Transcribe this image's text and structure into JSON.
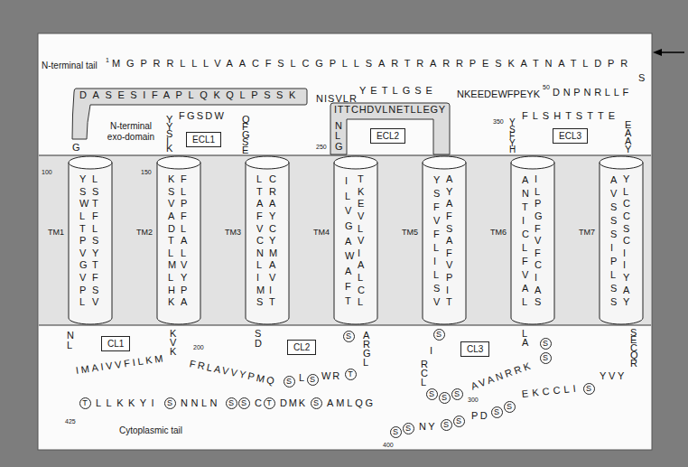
{
  "diagram": {
    "nodes": [
      {
        "text": [
          "DASESIFAPLQKQLPSSK"
        ]
      },
      {
        "text": [
          "ECL1"
        ]
      },
      {
        "text": [
          "ITTCHDVLNETLLEGY"
        ]
      },
      {
        "text": [
          "ECL2"
        ]
      },
      {
        "text": [
          "ECL3"
        ]
      },
      {
        "text": [
          "TM1",
          "YSWLTPVGVPL",
          "LSTFLSYTFSV"
        ]
      },
      {
        "text": [
          "TM2",
          "KSVADTLMLHK",
          "FLPFLALVYPA"
        ]
      },
      {
        "text": [
          "TM3",
          "LTAFVCNLIMS",
          "CRAYCYMAVIT"
        ]
      },
      {
        "text": [
          "TM4",
          "ILVGAWAFT",
          "TKEVLVIALCL"
        ]
      },
      {
        "text": [
          "TM5",
          "YSFVFLILSV",
          "AYAFSAFVPIT"
        ]
      },
      {
        "text": [
          "TM6",
          "ANTICLFVAL",
          "ILPGFVFCIAS"
        ]
      },
      {
        "text": [
          "TM7",
          "AVSSSIPLSS",
          "YLCCSCIIYAY"
        ]
      },
      {
        "text": [
          "CL1"
        ]
      },
      {
        "text": [
          "CL2"
        ]
      },
      {
        "text": [
          "CL3"
        ]
      },
      {
        "text": [
          "S"
        ]
      },
      {
        "text": [
          "S"
        ]
      },
      {
        "text": [
          "T"
        ]
      },
      {
        "text": [
          "S"
        ]
      },
      {
        "text": [
          "S"
        ]
      },
      {
        "text": [
          "S"
        ]
      },
      {
        "text": [
          "S"
        ]
      },
      {
        "text": [
          "S"
        ]
      },
      {
        "text": [
          "S"
        ]
      },
      {
        "text": [
          "S"
        ]
      },
      {
        "text": [
          "T"
        ]
      },
      {
        "text": [
          "S"
        ]
      },
      {
        "text": [
          "S"
        ]
      },
      {
        "text": [
          "S"
        ]
      },
      {
        "text": [
          "T"
        ]
      },
      {
        "text": [
          "S"
        ]
      },
      {
        "text": [
          "S"
        ]
      },
      {
        "text": [
          "S"
        ]
      },
      {
        "text": [
          "S"
        ]
      },
      {
        "text": [
          "S"
        ]
      },
      {
        "text": [
          "S"
        ]
      },
      {
        "text": [
          "S"
        ]
      },
      {
        "text": [
          "S"
        ]
      }
    ],
    "labels": [
      "N-terminal tail",
      "1",
      "MGPRRLLLVAACFSLCGPLLSARTRARRPESKATNATLDPR",
      "S",
      "NISVLR",
      "YETLGSE",
      "NKEEDEWFPEYK",
      "50",
      "DNPNRLLF",
      "G",
      "N-terminal exo-domain",
      "YYSIK",
      "FGSDW",
      "QFGSE",
      "NLG",
      "250",
      "350",
      "YSFYH",
      "FLSHTSTTE",
      "EAAY",
      "100",
      "150",
      "NL",
      "IMAIVVFILKM",
      "KVK",
      "SD",
      "200",
      "FRLAVVYPMQ",
      "L",
      "WR",
      "ARGL",
      "I",
      "RCL",
      "300",
      "AVANRRK",
      "LA",
      "SECQR",
      "YVY",
      "EKCCLI",
      "PD",
      "NY",
      "400",
      "AMLQG",
      "DMK",
      "C",
      "NNLN",
      "LLKKYI",
      "425",
      "Cytoplasmic tail"
    ]
  }
}
